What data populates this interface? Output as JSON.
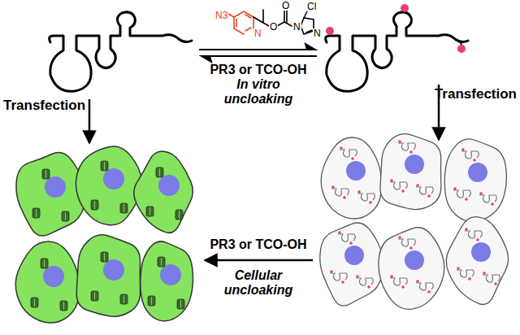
{
  "diagram": {
    "labels": [
      "N3",
      "N",
      "O",
      "O",
      "N",
      "N",
      "Cl",
      "PR3 or TCO-OH",
      "In vitro uncloaking",
      "Transfection",
      "Transfection",
      "PR3 or TCO-OH",
      "Cellular uncloaking"
    ]
  }
}
